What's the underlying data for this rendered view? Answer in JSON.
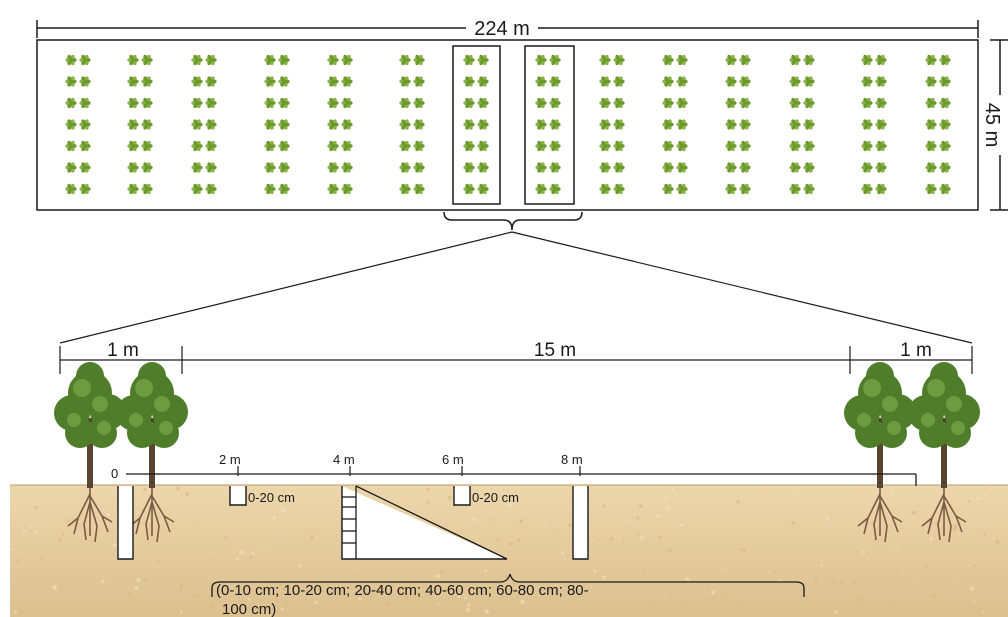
{
  "plot": {
    "length_label": "224 m",
    "width_label": "45 m",
    "plant_columns": 14,
    "plant_rows": 7,
    "highlighted_columns": [
      6,
      7
    ],
    "plant_color": "#6d9a2c"
  },
  "zoom": {
    "edge_left_label": "1 m",
    "span_label": "15 m",
    "edge_right_label": "1 m"
  },
  "transect": {
    "distance_labels": [
      "0",
      "2 m",
      "4 m",
      "6 m",
      "8 m"
    ],
    "shallow_pit_labels": [
      "0-20 cm",
      "0-20 cm"
    ],
    "depth_intervals": "(0-10 cm; 10-20 cm; 20-40 cm; 40-60 cm; 60-80 cm; 80-",
    "depth_intervals_cont": "100 cm)"
  },
  "colors": {
    "soil": "#e9d2a6",
    "soil_dark": "#d6b880",
    "line": "#1a1a1a",
    "foliage": "#4f7d2a",
    "root": "#7a5a44"
  }
}
